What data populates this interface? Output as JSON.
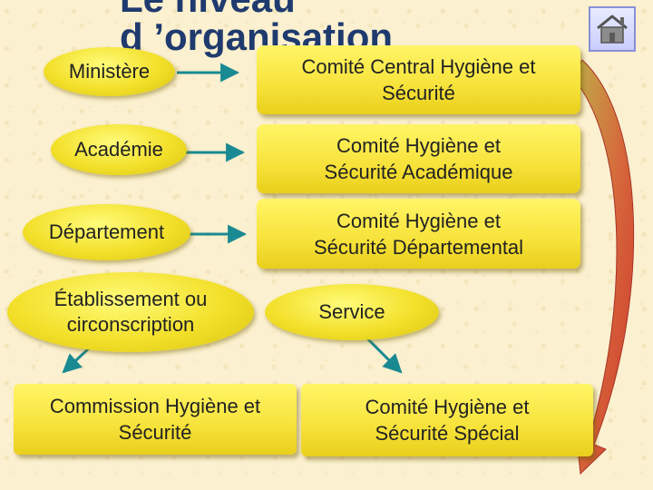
{
  "title": {
    "line1": "Le niveau",
    "line2": "d ’organisation"
  },
  "levels": [
    {
      "label": "Ministère",
      "committee": "Comité Central Hygiène et\nSécurité"
    },
    {
      "label": "Académie",
      "committee": "Comité Hygiène et\nSécurité Académique"
    },
    {
      "label": "Département",
      "committee": "Comité Hygiène et\nSécurité Départemental"
    },
    {
      "label": "Établissement ou\ncirconscription",
      "committee": "Commission Hygiène et\nSécurité"
    }
  ],
  "service": {
    "label": "Service",
    "committee": "Comité Hygiène et\nSécurité Spécial"
  },
  "icons": {
    "home": "home-icon"
  },
  "colors": {
    "title": "#1f3a6e",
    "oval": "#f3e02a",
    "box": "#f7e23a",
    "arrow": "#1a8a92",
    "curved_arrow": "#d24a35"
  }
}
